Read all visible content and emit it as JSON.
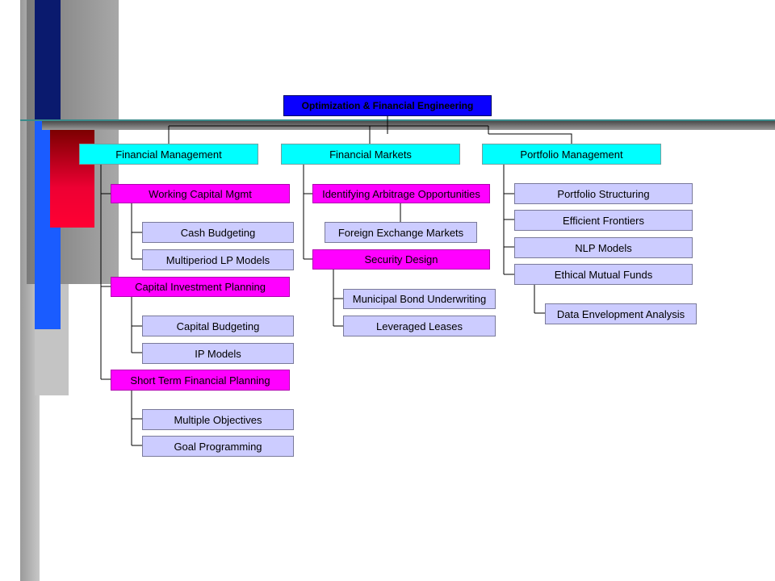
{
  "colors": {
    "root_fill": "#0a00ff",
    "category_fill": "#00ffff",
    "subcategory_fill": "#ff00ff",
    "leaf_fill": "#ccccff",
    "bar_blue": "#1a5cff",
    "bar_red": "#ee0033",
    "bar_navy": "#0a1a6e"
  },
  "root": {
    "label": "Optimization & Financial Engineering"
  },
  "financial_management": {
    "label": "Financial Management",
    "working_capital": {
      "label": "Working Capital Mgmt",
      "children": [
        "Cash Budgeting",
        "Multiperiod LP Models"
      ]
    },
    "capital_investment": {
      "label": "Capital Investment Planning",
      "children": [
        "Capital Budgeting",
        "IP Models"
      ]
    },
    "short_term": {
      "label": "Short Term Financial Planning",
      "children": [
        "Multiple Objectives",
        "Goal Programming"
      ]
    }
  },
  "financial_markets": {
    "label": "Financial Markets",
    "arbitrage": {
      "label": "Identifying Arbitrage Opportunities",
      "children": [
        "Foreign Exchange Markets"
      ]
    },
    "security_design": {
      "label": "Security Design",
      "children": [
        "Municipal Bond Underwriting",
        "Leveraged Leases"
      ]
    }
  },
  "portfolio_management": {
    "label": "Portfolio Management",
    "children": [
      "Portfolio Structuring",
      "Efficient Frontiers",
      "NLP Models",
      "Ethical Mutual Funds"
    ],
    "ethical_children": [
      "Data Envelopment Analysis"
    ]
  }
}
